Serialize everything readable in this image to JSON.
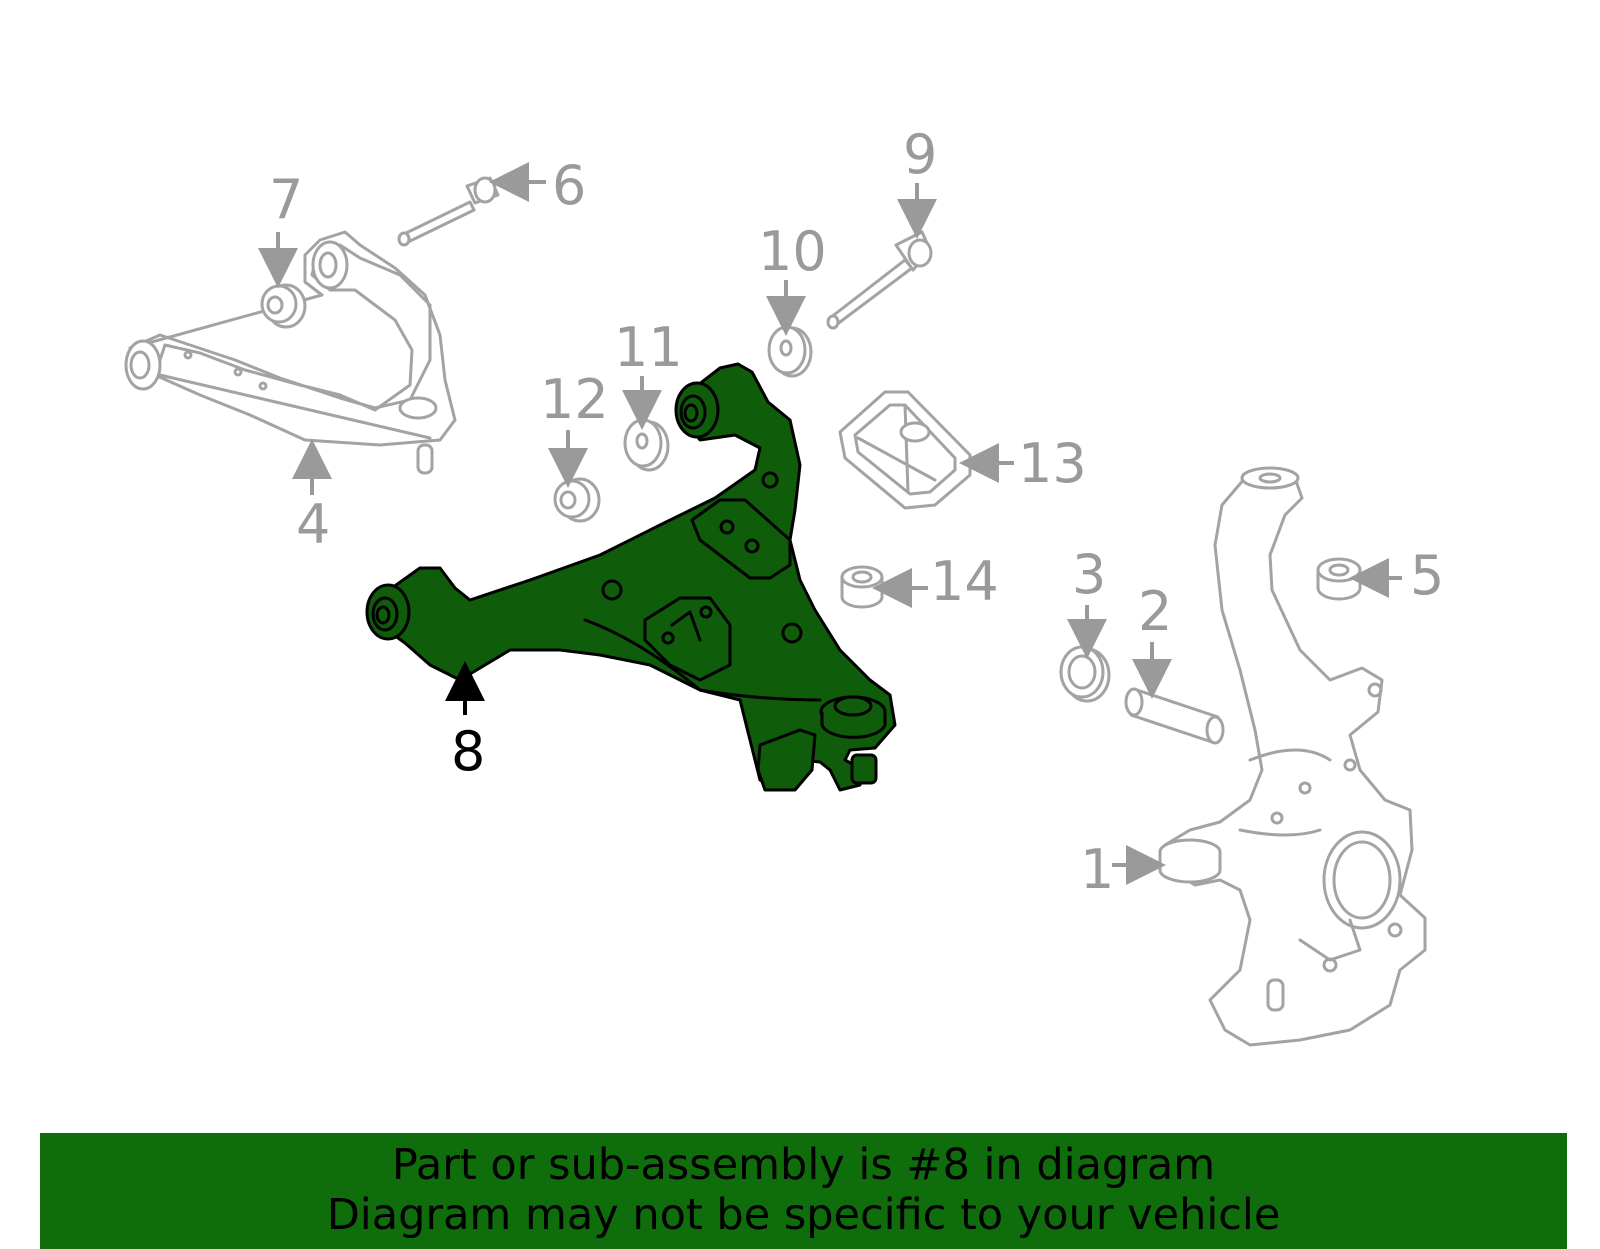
{
  "diagram": {
    "callouts": [
      "1",
      "2",
      "3",
      "4",
      "5",
      "6",
      "7",
      "8",
      "9",
      "10",
      "11",
      "12",
      "13",
      "14"
    ],
    "highlighted_part": "8",
    "highlight_color": "#0f5c0a",
    "part_color": "#a3a3a3"
  },
  "banner": {
    "line1": "Part or sub-assembly is #8 in diagram",
    "line2": "Diagram may not be specific to your vehicle",
    "background": "#0f6e0b"
  }
}
